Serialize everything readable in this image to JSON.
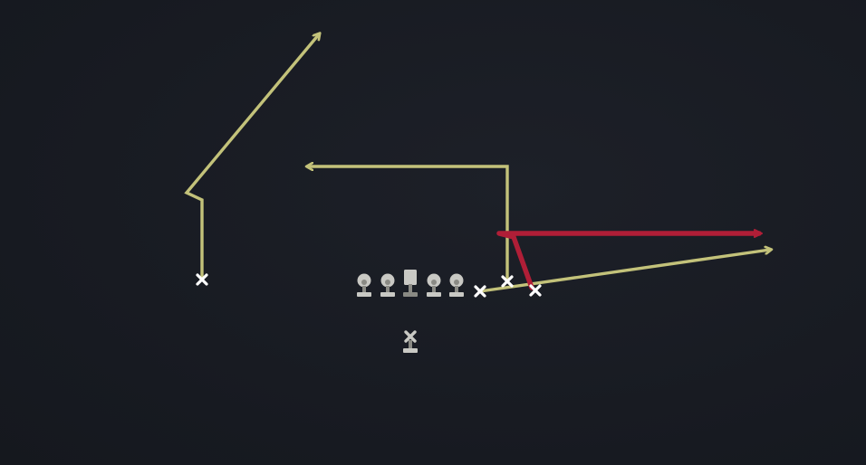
{
  "diagram": {
    "type": "football-play",
    "colors": {
      "background": "#181b22",
      "route_primary": "#c3c27a",
      "route_highlight": "#b01e37",
      "receiver_marker": "#ffffff",
      "lineman": "#c9c9c4",
      "lineman_dark": "#8a8a84"
    },
    "offense": {
      "linemen": [
        {
          "id": "lt",
          "role": "left-tackle",
          "shape": "circle"
        },
        {
          "id": "lg",
          "role": "left-guard",
          "shape": "circle"
        },
        {
          "id": "c",
          "role": "center",
          "shape": "square"
        },
        {
          "id": "rg",
          "role": "right-guard",
          "shape": "circle"
        },
        {
          "id": "rt",
          "role": "right-tackle",
          "shape": "circle"
        }
      ],
      "quarterback": {
        "id": "qb",
        "role": "quarterback",
        "marker": "x"
      },
      "receivers": [
        {
          "id": "wr-left",
          "role": "split-end",
          "marker": "x",
          "route": "stutter-go",
          "color": "route_primary",
          "end": "arrow"
        },
        {
          "id": "te",
          "role": "tight-end",
          "marker": "x",
          "route": "flat",
          "color": "route_primary",
          "end": "arrow"
        },
        {
          "id": "slot",
          "role": "slot",
          "marker": "x",
          "route": "dig-in",
          "color": "route_primary",
          "end": "arrow"
        },
        {
          "id": "wr-right",
          "role": "flanker",
          "marker": "x",
          "route": "out",
          "color": "route_highlight",
          "end": "arrow",
          "highlighted": true
        }
      ]
    }
  }
}
